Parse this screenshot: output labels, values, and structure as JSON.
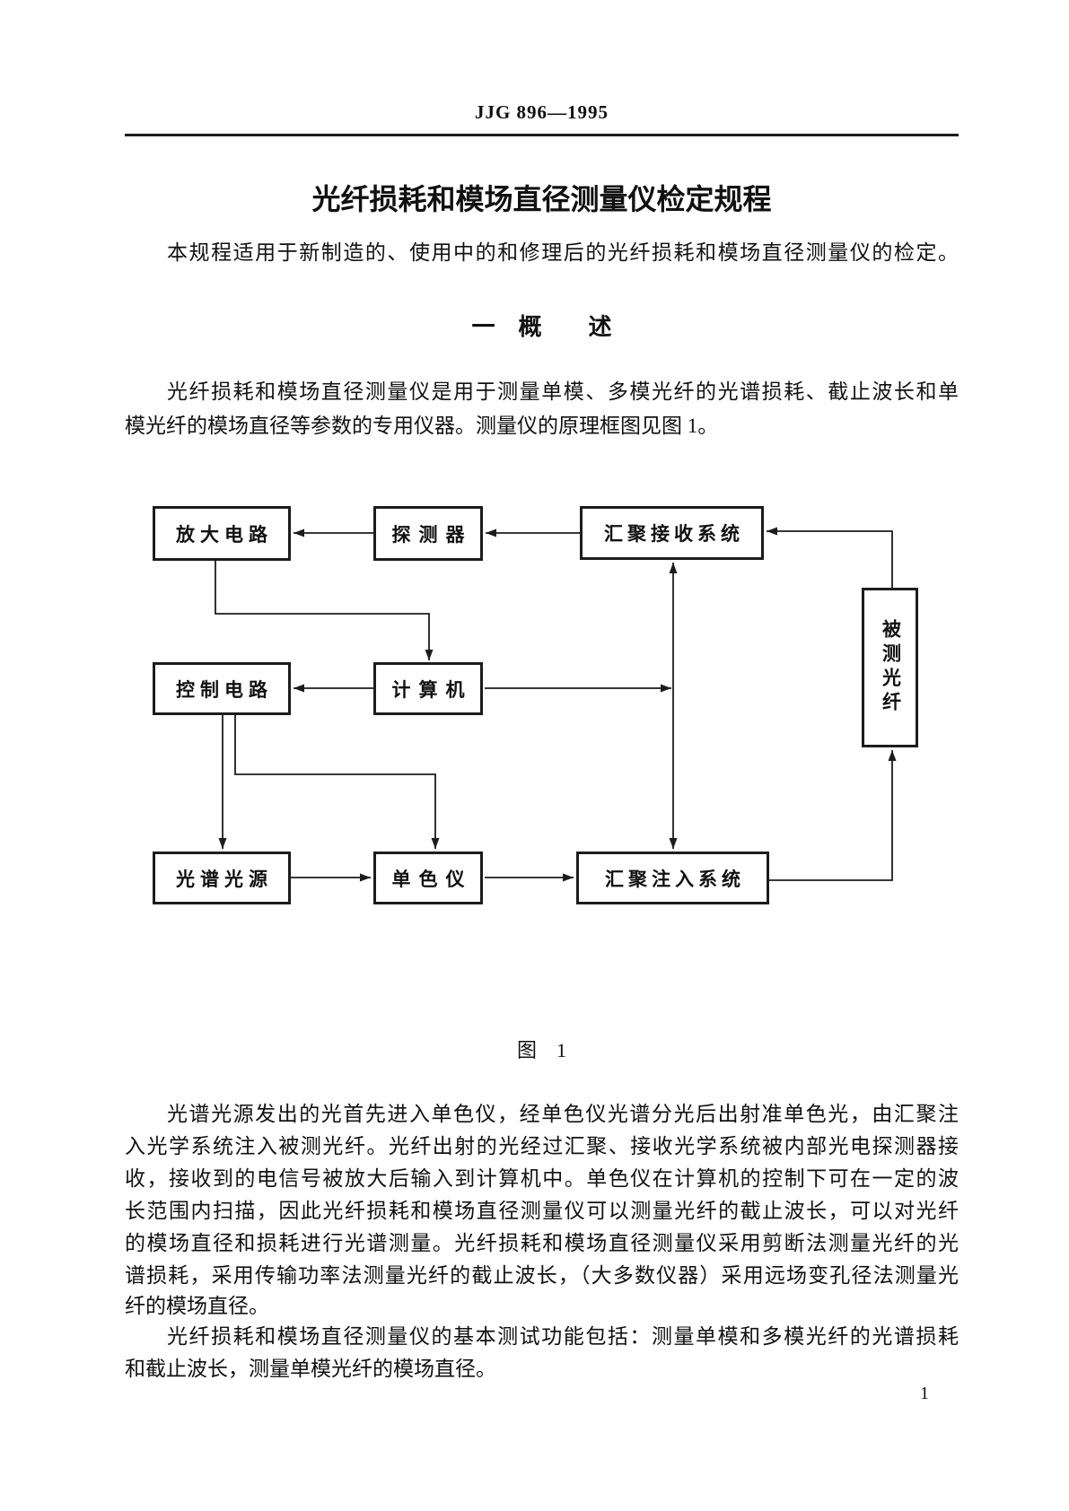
{
  "page": {
    "header_code": "JJG 896—1995",
    "page_number": "1"
  },
  "title": "光纤损耗和模场直径测量仪检定规程",
  "intro": "本规程适用于新制造的、使用中的和修理后的光纤损耗和模场直径测量仪的检定。",
  "section": {
    "heading": "一　概　　述"
  },
  "paragraph1": {
    "lines": [
      "光纤损耗和模场直径测量仪是用于测量单模、多模光纤的光谱损耗、截止波长和单",
      "模光纤的模场直径等参数的专用仪器。测量仪的原理框图见图 1。"
    ]
  },
  "figure": {
    "caption": "图　1",
    "blocks": {
      "amplifier": "放大电路",
      "detector": "探测器",
      "receiving_system": "汇聚接收系统",
      "fiber_under_test": "被测光纤",
      "control_circuit": "控制电路",
      "computer": "计算机",
      "light_source": "光谱光源",
      "monochromator": "单色仪",
      "injection_system": "汇聚注入系统"
    }
  },
  "paragraph2": {
    "lines": [
      "光谱光源发出的光首先进入单色仪，经单色仪光谱分光后出射准单色光，由汇聚注",
      "入光学系统注入被测光纤。光纤出射的光经过汇聚、接收光学系统被内部光电探测器接",
      "收，接收到的电信号被放大后输入到计算机中。单色仪在计算机的控制下可在一定的波",
      "长范围内扫描，因此光纤损耗和模场直径测量仪可以测量光纤的截止波长，可以对光纤",
      "的模场直径和损耗进行光谱测量。光纤损耗和模场直径测量仪采用剪断法测量光纤的光",
      "谱损耗，采用传输功率法测量光纤的截止波长，（大多数仪器）采用远场变孔径法测量光",
      "纤的模场直径。"
    ]
  },
  "paragraph3": {
    "lines": [
      "光纤损耗和模场直径测量仪的基本测试功能包括：测量单模和多模光纤的光谱损耗",
      "和截止波长，测量单模光纤的模场直径。"
    ]
  },
  "colors": {
    "ink": "#111111",
    "paper": "#ffffff"
  }
}
